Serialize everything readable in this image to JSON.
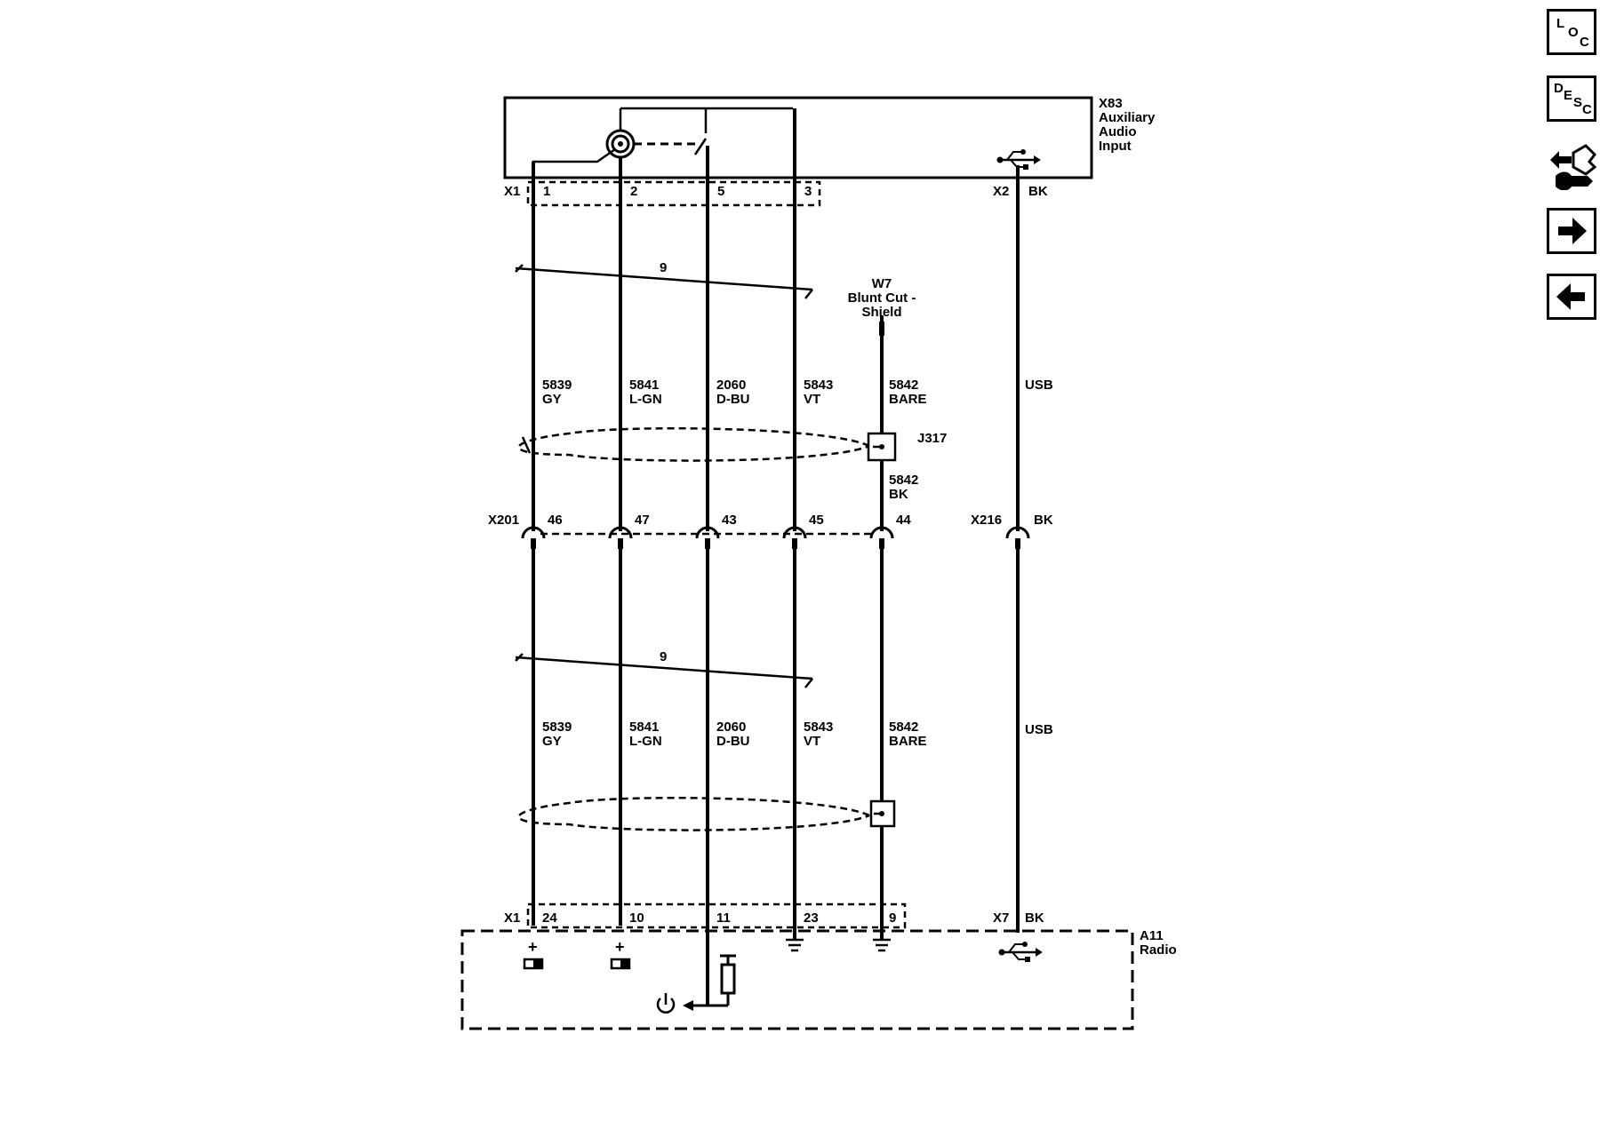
{
  "components": {
    "top": {
      "ref": "X83",
      "line2": "Auxiliary",
      "line3": "Audio",
      "line4": "Input"
    },
    "bottom": {
      "ref": "A11",
      "line2": "Radio"
    },
    "shield_term": {
      "ref": "W7",
      "line2": "Blunt Cut -",
      "line3": "Shield"
    },
    "splice": "J317"
  },
  "connectors": {
    "top_x1": "X1",
    "top_x2": "X2",
    "top_x2_color": "BK",
    "inline": "X201",
    "inline_usb": "X216",
    "inline_usb_color": "BK",
    "bottom_x1": "X1",
    "bottom_x7": "X7",
    "bottom_x7_color": "BK"
  },
  "twist_count_upper": "9",
  "twist_count_lower": "9",
  "wires": [
    {
      "top_pin": "1",
      "inline_pin": "46",
      "bottom_pin": "24",
      "circuit": "5839",
      "color": "GY"
    },
    {
      "top_pin": "2",
      "inline_pin": "47",
      "bottom_pin": "10",
      "circuit": "5841",
      "color": "L-GN"
    },
    {
      "top_pin": "5",
      "inline_pin": "43",
      "bottom_pin": "11",
      "circuit": "2060",
      "color": "D-BU"
    },
    {
      "top_pin": "3",
      "inline_pin": "45",
      "bottom_pin": "23",
      "circuit": "5843",
      "color": "VT"
    },
    {
      "top_pin": "",
      "inline_pin": "44",
      "bottom_pin": "9",
      "circuit": "5842",
      "color": "BARE"
    }
  ],
  "shield_drain_lower": {
    "circuit": "5842",
    "color": "BK"
  },
  "usb_label_upper": "USB",
  "usb_label_lower": "USB",
  "nav": {
    "loc": {
      "l1": "L",
      "l2": "O",
      "l3": "C"
    },
    "desc": {
      "l1": "D",
      "l2": "E",
      "l3": "S",
      "l4": "C"
    },
    "icons": [
      "connector-tool-icon",
      "arrow-right-icon",
      "arrow-left-icon"
    ]
  }
}
